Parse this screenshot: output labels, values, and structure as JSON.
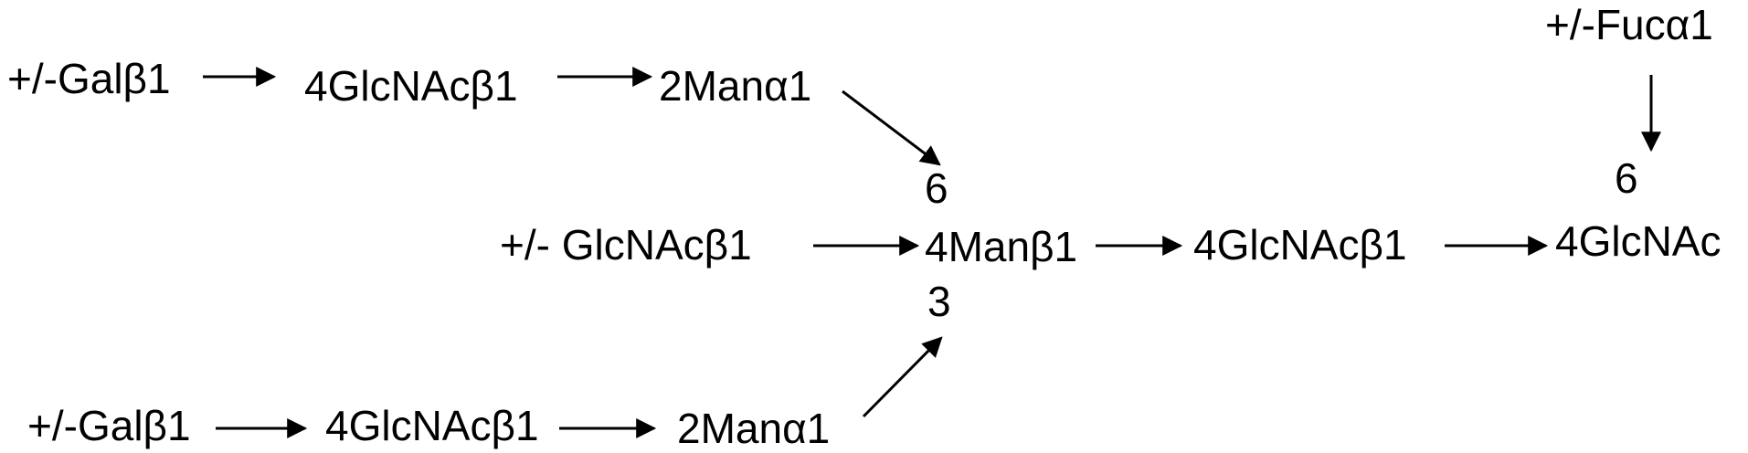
{
  "diagram": {
    "ink_color": "#000000",
    "background": "#ffffff",
    "residues": {
      "upper_gal": "+/-Galβ1",
      "upper_glcnac": "4GlcNAcβ1",
      "upper_man": "2Manα1",
      "bisect_glcnac": "+/- GlcNAcβ1",
      "core_man_pos6": "6",
      "core_man": "4Manβ1",
      "core_man_pos3": "3",
      "core_glcnac": "4GlcNAcβ1",
      "fucose": "+/-Fucα1",
      "reducing_pos6": "6",
      "reducing_glcnac": "4GlcNAc",
      "lower_gal": "+/-Galβ1",
      "lower_glcnac": "4GlcNAcβ1",
      "lower_man": "2Manα1"
    },
    "links": [
      {
        "from": "upper_gal",
        "to": "upper_glcnac"
      },
      {
        "from": "upper_glcnac",
        "to": "upper_man"
      },
      {
        "from": "upper_man",
        "to": "core_man"
      },
      {
        "from": "bisect_glcnac",
        "to": "core_man"
      },
      {
        "from": "lower_gal",
        "to": "lower_glcnac"
      },
      {
        "from": "lower_glcnac",
        "to": "lower_man"
      },
      {
        "from": "lower_man",
        "to": "core_man"
      },
      {
        "from": "core_man",
        "to": "core_glcnac"
      },
      {
        "from": "core_glcnac",
        "to": "reducing_glcnac"
      },
      {
        "from": "fucose",
        "to": "reducing_glcnac"
      }
    ]
  }
}
